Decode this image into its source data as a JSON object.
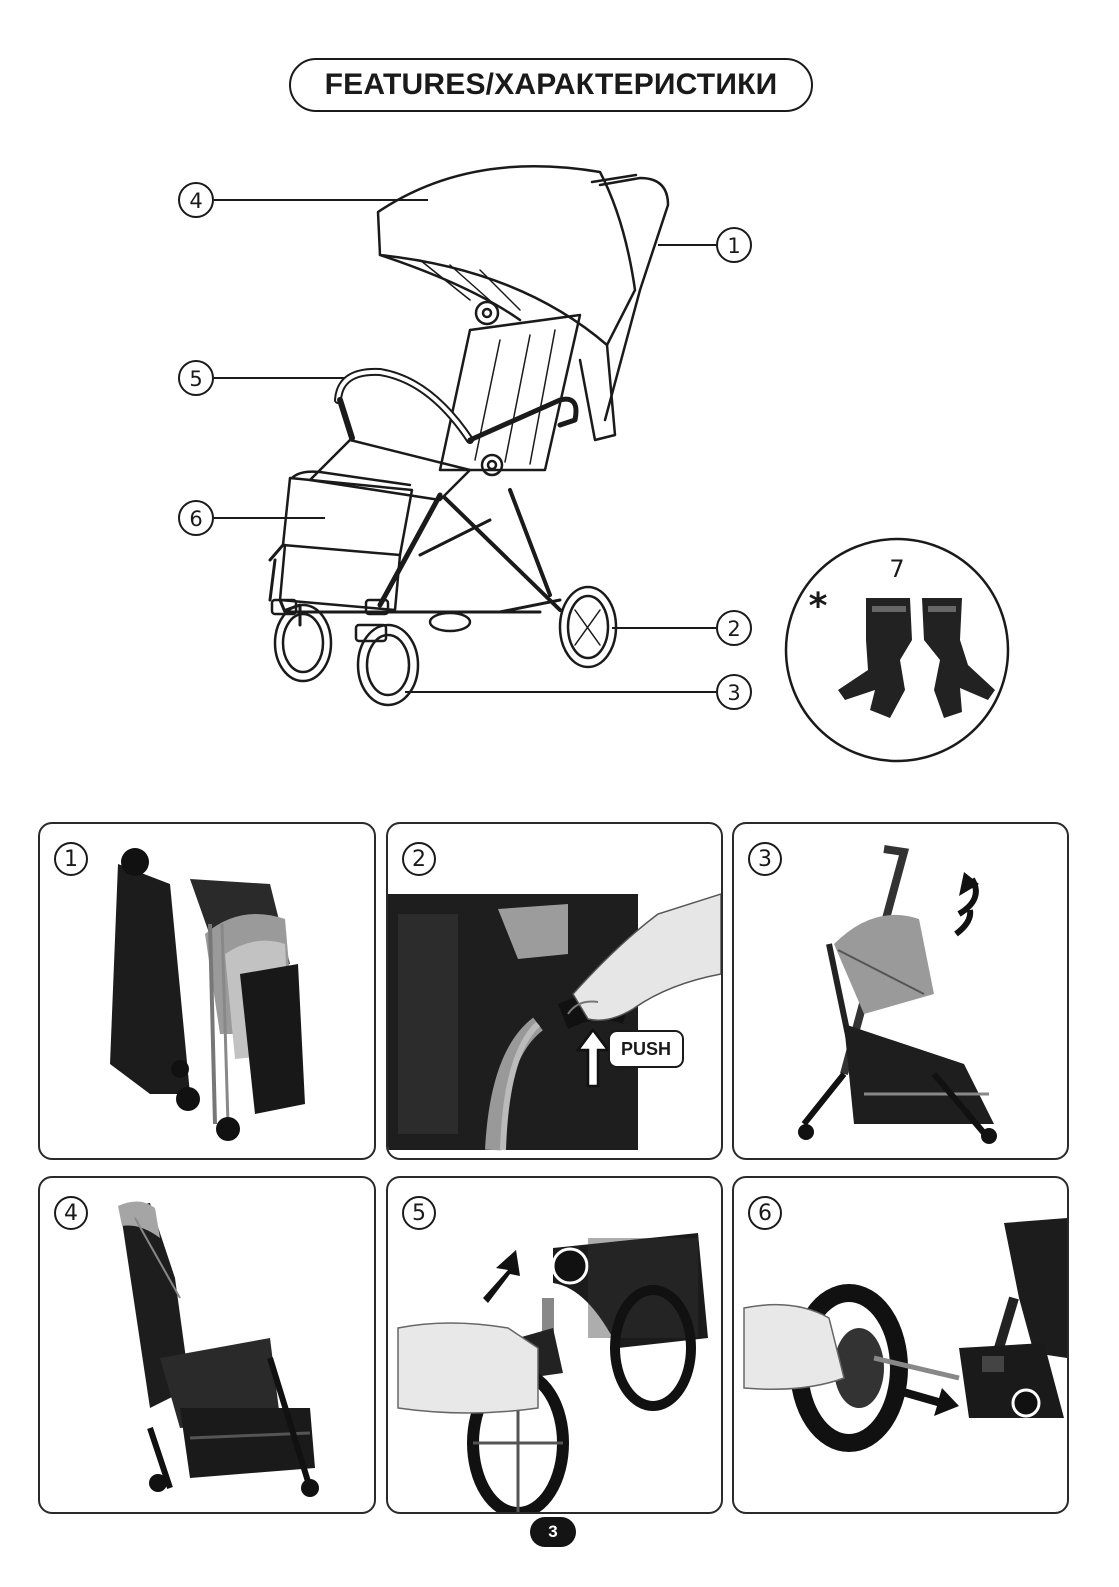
{
  "header": {
    "title": "FEATURES/ХАРАКТЕРИСТИКИ"
  },
  "callouts": [
    {
      "label": "1",
      "part": "handlebar-frame"
    },
    {
      "label": "2",
      "part": "rear-wheel"
    },
    {
      "label": "3",
      "part": "front-wheel"
    },
    {
      "label": "4",
      "part": "canopy"
    },
    {
      "label": "5",
      "part": "bumper-bar"
    },
    {
      "label": "6",
      "part": "shopping-basket"
    }
  ],
  "accessory": {
    "label": "7",
    "marker": "*",
    "item": "car-seat-adapters"
  },
  "steps": [
    {
      "label": "1"
    },
    {
      "label": "2",
      "action_label": "PUSH"
    },
    {
      "label": "3"
    },
    {
      "label": "4"
    },
    {
      "label": "5"
    },
    {
      "label": "6"
    }
  ],
  "footer": {
    "page_number": "3"
  }
}
